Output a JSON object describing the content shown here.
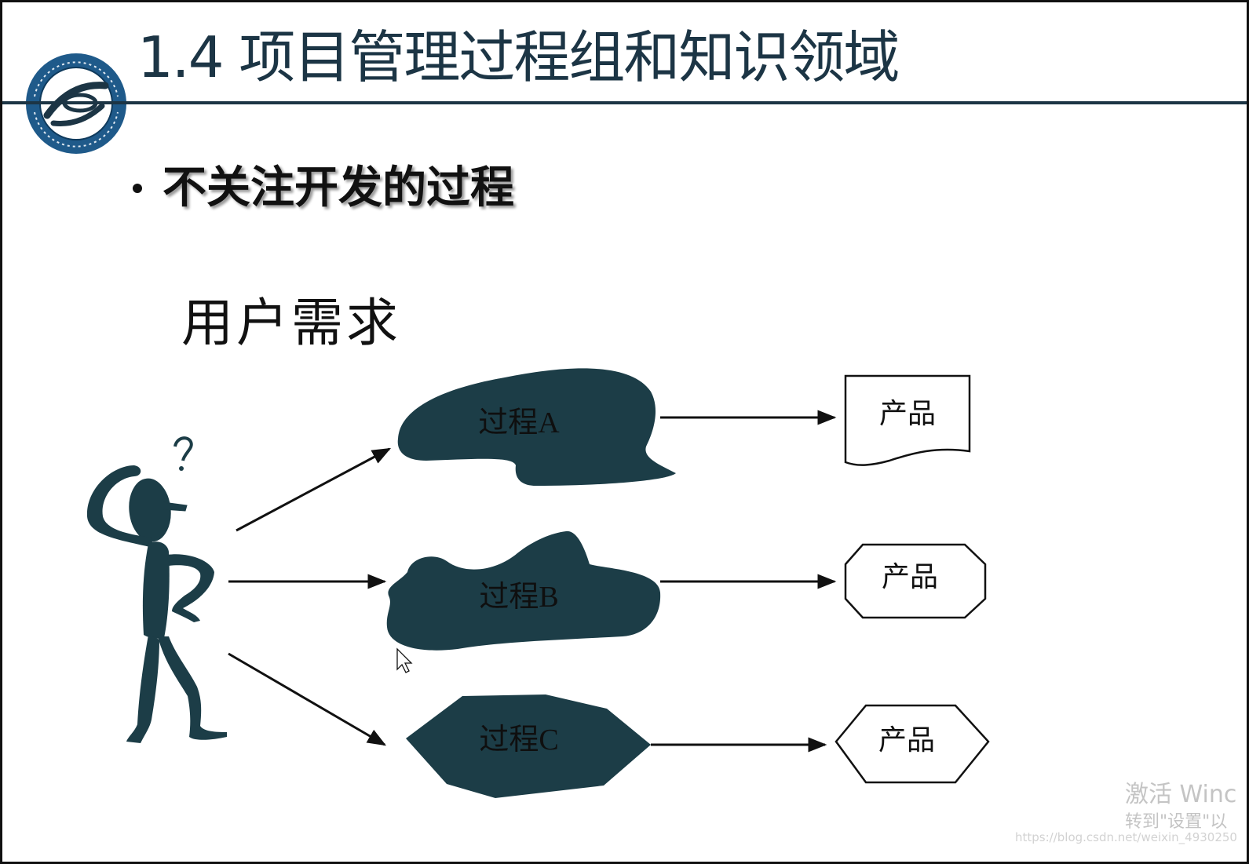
{
  "slide": {
    "title": "1.4 项目管理过程组和知识领域",
    "bullet": "不关注开发的过程",
    "requirement_label": "用户需求",
    "logo_icon": "university-seal-icon"
  },
  "diagram": {
    "figure_icon": "confused-person-icon",
    "question_mark": "?",
    "processes": [
      {
        "label": "过程A",
        "output": "产品"
      },
      {
        "label": "过程B",
        "output": "产品"
      },
      {
        "label": "过程C",
        "output": "产品"
      }
    ]
  },
  "overlay": {
    "activation_line1": "激活 Winc",
    "activation_line2": "转到\"设置\"以",
    "url_watermark": "https://blog.csdn.net/weixin_4930250"
  },
  "colors": {
    "title": "#1c3545",
    "shape_fill": "#1c3d47",
    "text": "#111111",
    "watermark": "#c4c4c4"
  }
}
